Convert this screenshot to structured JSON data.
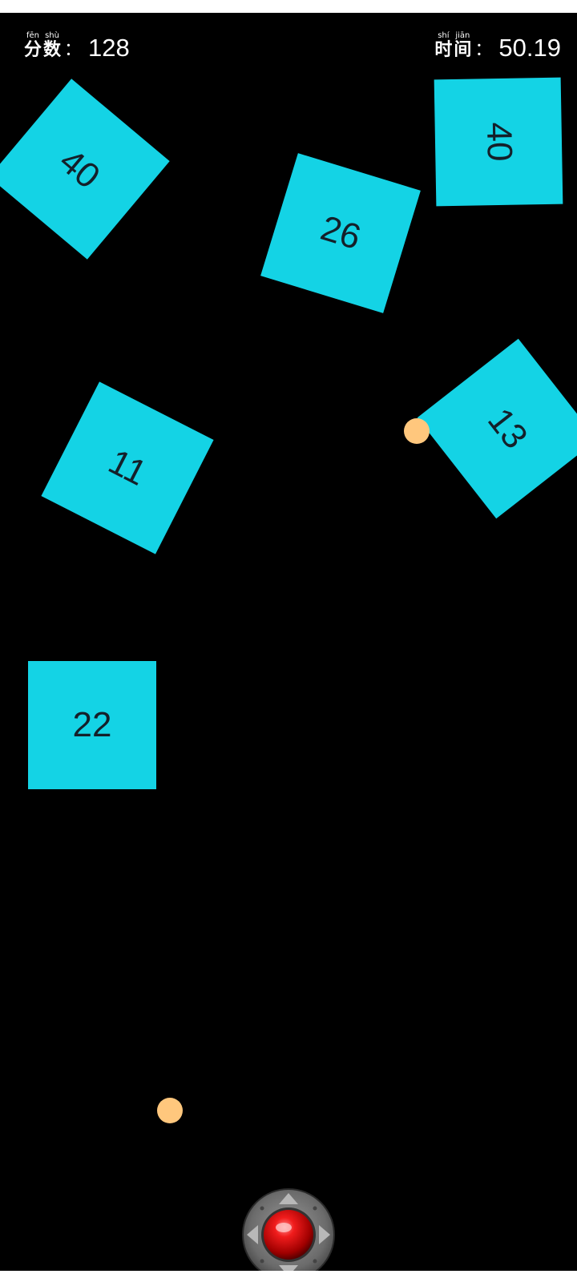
{
  "hud": {
    "score_label_chars": [
      "分",
      "数"
    ],
    "score_label_pinyin": [
      "fēn",
      "shù"
    ],
    "score_value": "128",
    "time_label_chars": [
      "时",
      "间"
    ],
    "time_label_pinyin": [
      "shí",
      "jiān"
    ],
    "time_value": "50.19",
    "colon": "："
  },
  "blocks": [
    {
      "label": "40"
    },
    {
      "label": "26"
    },
    {
      "label": "40"
    },
    {
      "label": "11"
    },
    {
      "label": "13"
    },
    {
      "label": "22"
    }
  ],
  "colors": {
    "background": "#000000",
    "block": "#14d3e5",
    "block_text": "#14202a",
    "ball": "#ffc77d",
    "joystick_knob": "#e01010"
  },
  "icons": {
    "ball": "orange-dot",
    "joystick": "dpad-joystick-red-knob"
  }
}
